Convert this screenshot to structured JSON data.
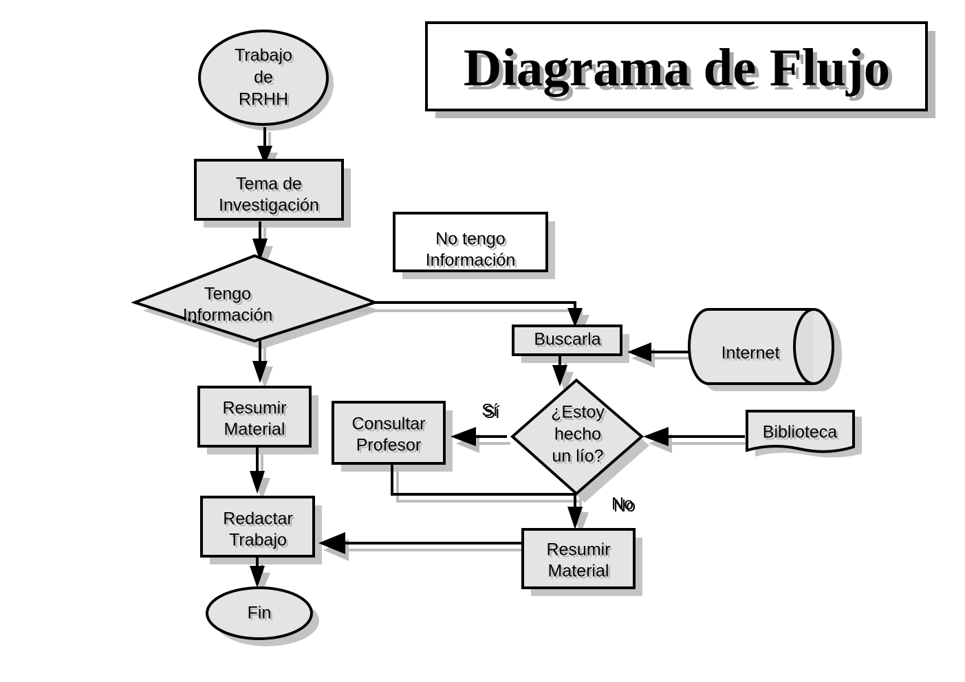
{
  "title": {
    "text": "Diagrama de Flujo"
  },
  "colors": {
    "shape_fill": "#e4e4e4",
    "shape_stroke": "#000000",
    "shadow": "#c0c0c0",
    "text": "#000000",
    "text_shadow": "#b5b5b5",
    "white_fill": "#ffffff",
    "background": "#ffffff"
  },
  "nodes": [
    {
      "id": "inicio",
      "type": "terminator",
      "label": "Trabajo\nde\nRRHH",
      "lines": [
        "Trabajo",
        "de",
        "RRHH"
      ]
    },
    {
      "id": "tema",
      "type": "process",
      "label": "Tema de\nInvestigación",
      "lines": [
        "Tema de",
        "Investigación"
      ]
    },
    {
      "id": "tengo_info",
      "type": "decision",
      "label": "Tengo\nInformación",
      "lines": [
        "Tengo",
        "Información"
      ]
    },
    {
      "id": "no_tengo_info",
      "type": "note",
      "label": "No tengo\nInformación",
      "lines": [
        "No tengo",
        "Información"
      ]
    },
    {
      "id": "buscarla",
      "type": "process",
      "label": "Buscarla",
      "lines": [
        "Buscarla"
      ]
    },
    {
      "id": "internet",
      "type": "database",
      "label": "Internet",
      "lines": [
        "Internet"
      ]
    },
    {
      "id": "estoy_lio",
      "type": "decision",
      "label": "¿Estoy\nhecho\nun lío?",
      "lines": [
        "¿Estoy",
        "hecho",
        "un lío?"
      ]
    },
    {
      "id": "consultar",
      "type": "process",
      "label": "Consultar\nProfesor",
      "lines": [
        "Consultar",
        "Profesor"
      ]
    },
    {
      "id": "biblioteca",
      "type": "document",
      "label": "Biblioteca",
      "lines": [
        "Biblioteca"
      ]
    },
    {
      "id": "resumir_izq",
      "type": "process",
      "label": "Resumir\nMaterial",
      "lines": [
        "Resumir",
        "Material"
      ]
    },
    {
      "id": "redactar",
      "type": "process",
      "label": "Redactar\nTrabajo",
      "lines": [
        "Redactar",
        "Trabajo"
      ]
    },
    {
      "id": "resumir_der",
      "type": "process",
      "label": "Resumir\nMaterial",
      "lines": [
        "Resumir",
        "Material"
      ]
    },
    {
      "id": "fin",
      "type": "terminator",
      "label": "Fin",
      "lines": [
        "Fin"
      ]
    }
  ],
  "edge_labels": {
    "si": "Sí",
    "no": "No"
  },
  "edges": [
    {
      "from": "inicio",
      "to": "tema",
      "label": ""
    },
    {
      "from": "tema",
      "to": "tengo_info",
      "label": ""
    },
    {
      "from": "tengo_info",
      "to": "buscarla",
      "label": ""
    },
    {
      "from": "tengo_info",
      "to": "resumir_izq",
      "label": ""
    },
    {
      "from": "internet",
      "to": "buscarla",
      "label": ""
    },
    {
      "from": "buscarla",
      "to": "estoy_lio",
      "label": ""
    },
    {
      "from": "estoy_lio",
      "to": "consultar",
      "label": "Sí"
    },
    {
      "from": "biblioteca",
      "to": "estoy_lio",
      "label": ""
    },
    {
      "from": "estoy_lio",
      "to": "resumir_der",
      "label": "No"
    },
    {
      "from": "consultar",
      "to": "estoy_lio",
      "label": ""
    },
    {
      "from": "resumir_der",
      "to": "redactar",
      "label": ""
    },
    {
      "from": "resumir_izq",
      "to": "redactar",
      "label": ""
    },
    {
      "from": "redactar",
      "to": "fin",
      "label": ""
    }
  ]
}
